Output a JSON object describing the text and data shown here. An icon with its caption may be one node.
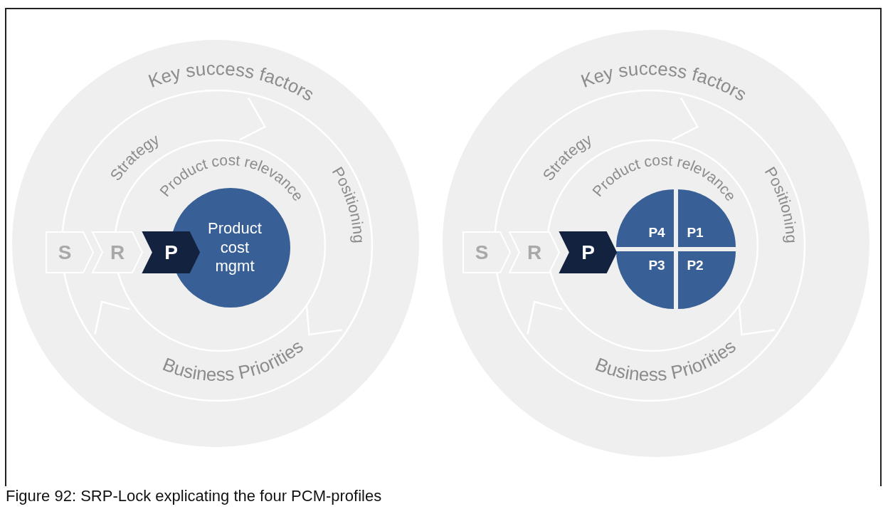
{
  "diagram": {
    "caption": "Figure 92: SRP-Lock explicating the four PCM-profiles",
    "nodes": [
      {
        "text": [
          "S"
        ]
      },
      {
        "text": [
          "R"
        ]
      },
      {
        "text": [
          "P"
        ]
      },
      {
        "text": [
          "Product cost mgmt"
        ]
      },
      {
        "text": [
          "S"
        ]
      },
      {
        "text": [
          "R"
        ]
      },
      {
        "text": [
          "P"
        ]
      },
      {
        "text": [
          "P4"
        ]
      },
      {
        "text": [
          "P1"
        ]
      },
      {
        "text": [
          "P3"
        ]
      },
      {
        "text": [
          "P2"
        ]
      }
    ],
    "labels": [
      "Key success factors",
      "Strategy",
      "Product cost relevance",
      "Positioning",
      "Business Priorities",
      "Key success factors",
      "Strategy",
      "Product cost relevance",
      "Positioning",
      "Business Priorities"
    ]
  }
}
